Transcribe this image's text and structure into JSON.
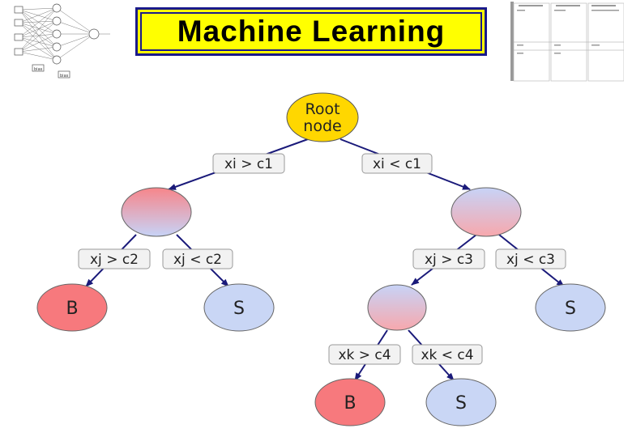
{
  "header": {
    "title": "Machine Learning"
  },
  "thumbnails": {
    "network": {
      "bias_label_1": "bias",
      "bias_label_2": "bias"
    }
  },
  "tree": {
    "root_label_line1": "Root",
    "root_label_line2": "node",
    "split_1_left": "xi > c1",
    "split_1_right": "xi < c1",
    "split_2_left": "xj > c2",
    "split_2_right": "xj < c2",
    "split_3_left": "xj > c3",
    "split_3_right": "xj < c3",
    "split_4_left": "xk > c4",
    "split_4_right": "xk < c4",
    "leaf_b1": "B",
    "leaf_s1": "S",
    "leaf_s2": "S",
    "leaf_b2": "B",
    "leaf_s3": "S"
  },
  "colors": {
    "title_bg": "#ffff00",
    "title_border": "#1a1a8a",
    "root_fill": "#ffd700",
    "signal_fill": "#f7797d",
    "background_fill": "#c9d6f5",
    "edge": "#1a1a7a"
  }
}
